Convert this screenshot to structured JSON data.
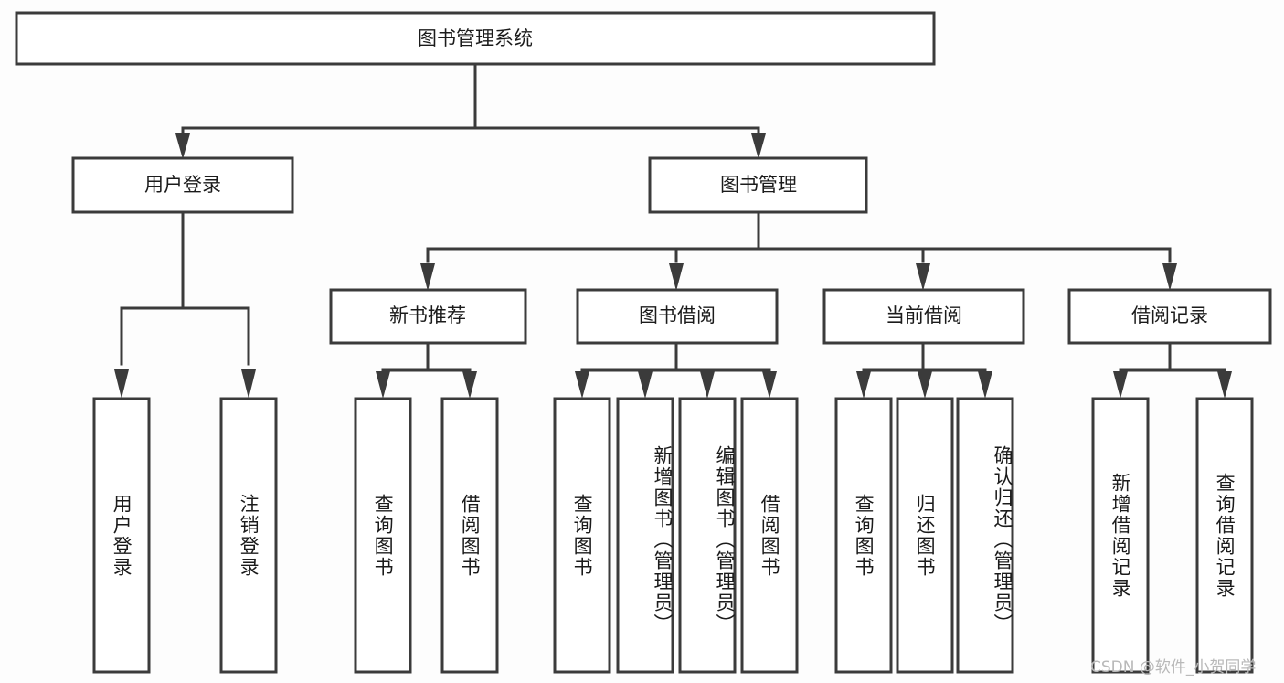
{
  "diagram": {
    "title": "图书管理系统",
    "type": "tree-hierarchy-chart",
    "root": {
      "label": "图书管理系统"
    },
    "level1": [
      {
        "label": "用户登录"
      },
      {
        "label": "图书管理"
      }
    ],
    "level2": [
      {
        "label": "新书推荐"
      },
      {
        "label": "图书借阅"
      },
      {
        "label": "当前借阅"
      },
      {
        "label": "借阅记录"
      }
    ],
    "leaves": {
      "user_login": [
        {
          "label": "用户登录"
        },
        {
          "label": "注销登录"
        }
      ],
      "new_book_recommend": [
        {
          "label": "查询图书"
        },
        {
          "label": "借阅图书"
        }
      ],
      "book_borrow": [
        {
          "label": "查询图书"
        },
        {
          "label": "新增图书（管理员）"
        },
        {
          "label": "编辑图书（管理员）"
        },
        {
          "label": "借阅图书"
        }
      ],
      "current_borrow": [
        {
          "label": "查询图书"
        },
        {
          "label": "归还图书"
        },
        {
          "label": "确认归还（管理员）"
        }
      ],
      "borrow_record": [
        {
          "label": "新增借阅记录"
        },
        {
          "label": "查询借阅记录"
        }
      ]
    }
  },
  "watermark": {
    "text": "CSDN @软件_小贺同学"
  },
  "colors": {
    "background": "#fdfdfd",
    "stroke": "#3b3b3b",
    "box_fill": "#ffffff",
    "text": "#1b1b1b",
    "watermark": "#b9b9b9"
  }
}
